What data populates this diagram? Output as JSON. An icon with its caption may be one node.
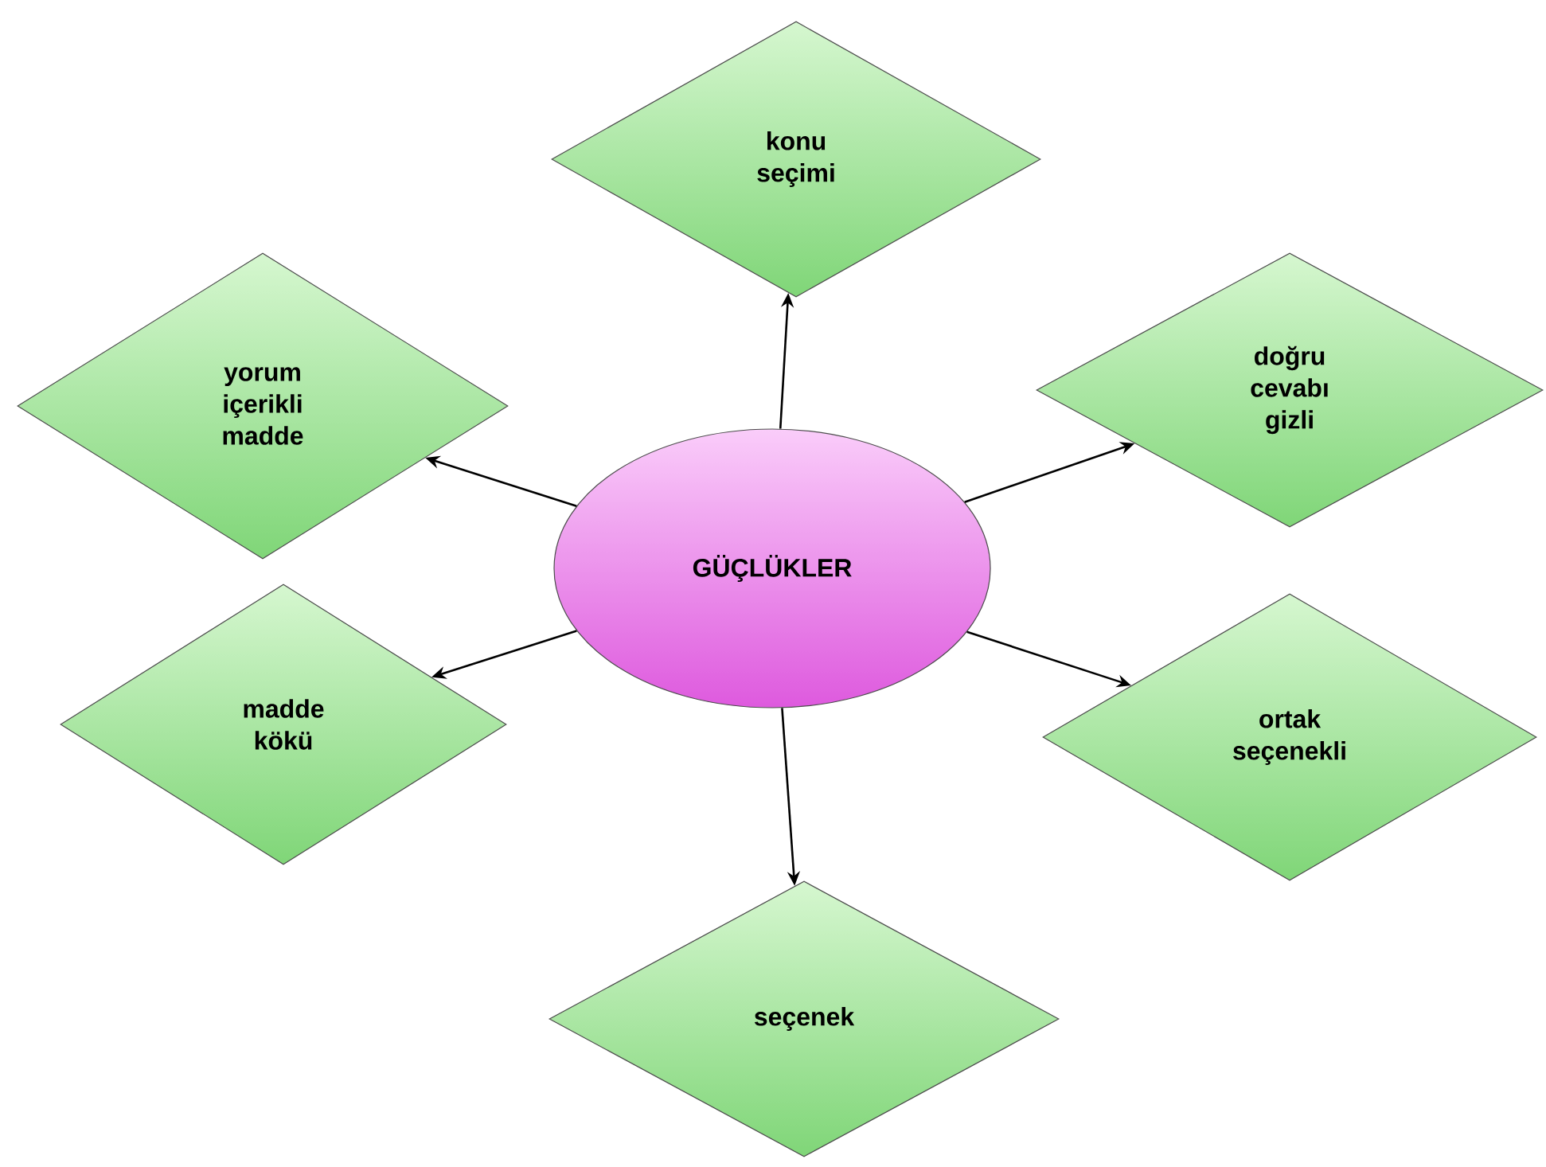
{
  "diagram": {
    "nodes": [
      {
        "text": [
          "konu seçimi"
        ]
      },
      {
        "text": [
          "yorum içerikli madde"
        ]
      },
      {
        "text": [
          "doğru cevabı gizli"
        ]
      },
      {
        "text": [
          "GÜÇLÜKLER"
        ]
      },
      {
        "text": [
          "madde kökü"
        ]
      },
      {
        "text": [
          "ortak seçenekli"
        ]
      },
      {
        "text": [
          "seçenek"
        ]
      }
    ],
    "edges": [
      {
        "from": 3,
        "to": 0,
        "arrow": "to"
      },
      {
        "from": 3,
        "to": 1,
        "arrow": "to"
      },
      {
        "from": 3,
        "to": 2,
        "arrow": "to"
      },
      {
        "from": 3,
        "to": 4,
        "arrow": "to"
      },
      {
        "from": 3,
        "to": 5,
        "arrow": "to"
      },
      {
        "from": 3,
        "to": 6,
        "arrow": "to"
      }
    ]
  }
}
